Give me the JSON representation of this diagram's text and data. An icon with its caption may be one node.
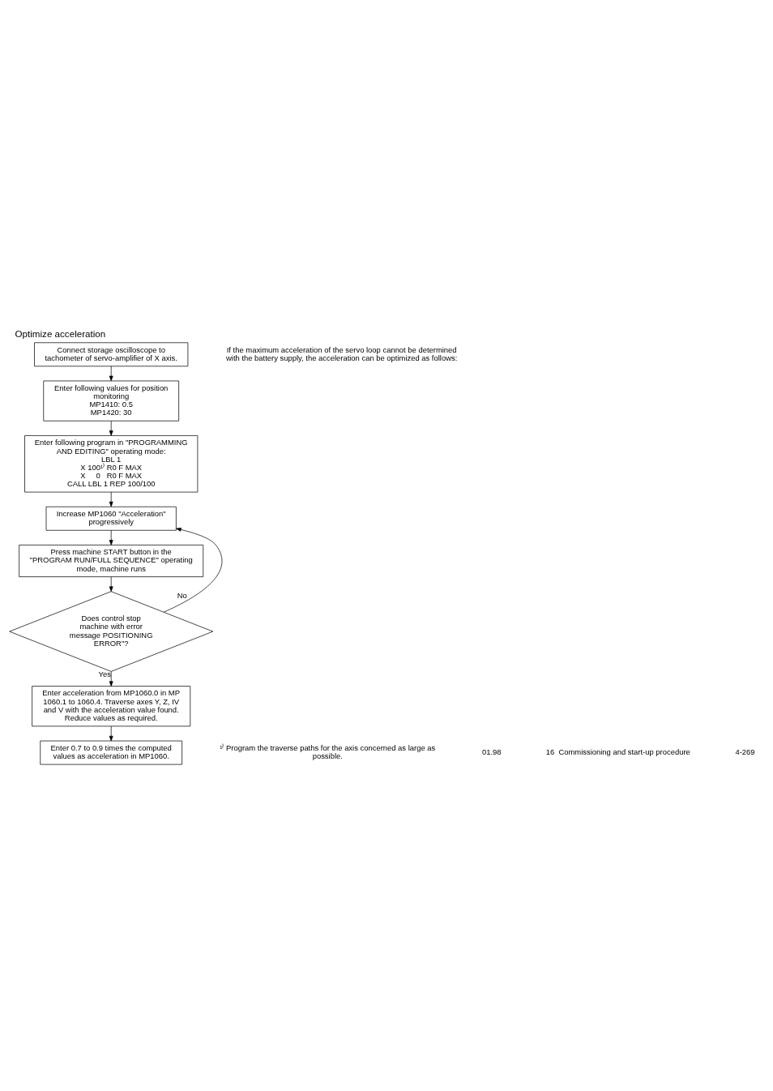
{
  "diagram": {
    "title": "Optimize acceleration",
    "nodes": [
      {
        "text": [
          "Connect storage oscilloscope to tachometer of servo-amplifier of X axis."
        ]
      },
      {
        "text": [
          "Enter following values for position monitoring",
          "MP1410: 0.5",
          "MP1420: 30"
        ]
      },
      {
        "text": [
          "Enter following program in \"PROGRAMMING AND EDITING\" operating mode:",
          "LBL 1",
          "X 100¹⁾ R0 F MAX",
          "X     0   R0 F MAX",
          "CALL LBL 1 REP 100/100"
        ]
      },
      {
        "text": [
          "Increase MP1060 \"Acceleration\" progressively"
        ]
      },
      {
        "text": [
          "Press machine START button in the \"PROGRAM RUN/FULL SEQUENCE\" operating mode, machine runs"
        ]
      },
      {
        "text": [
          "Does control stop machine with error message POSITIONING ERROR\"?"
        ]
      },
      {
        "text": [
          "Enter acceleration from MP1060.0 in MP 1060.1 to 1060.4. Traverse axes Y, Z, IV and V with the acceleration value found. Reduce values as required."
        ]
      },
      {
        "text": [
          "Enter 0.7 to 0.9 times the computed values as acceleration in MP1060."
        ]
      }
    ],
    "edges": [
      {
        "from": 0,
        "to": 1,
        "arrow": "to"
      },
      {
        "from": 1,
        "to": 2,
        "arrow": "to"
      },
      {
        "from": 2,
        "to": 3,
        "arrow": "to"
      },
      {
        "from": 3,
        "to": 4,
        "arrow": "to"
      },
      {
        "from": 4,
        "to": 5,
        "arrow": "to"
      },
      {
        "from": 5,
        "to": 3,
        "arrow": "to",
        "label": "No"
      },
      {
        "from": 5,
        "to": 6,
        "arrow": "to",
        "label": "Yes"
      },
      {
        "from": 6,
        "to": 7,
        "arrow": "to"
      }
    ],
    "labels": [
      "If the maximum acceleration of the servo loop cannot be determined with the battery supply, the acceleration can be optimized as follows:",
      "¹⁾ Program the traverse paths for the axis concerned as large as possible.",
      "01.98",
      "16  Commissioning and start-up procedure",
      "4-269"
    ]
  }
}
